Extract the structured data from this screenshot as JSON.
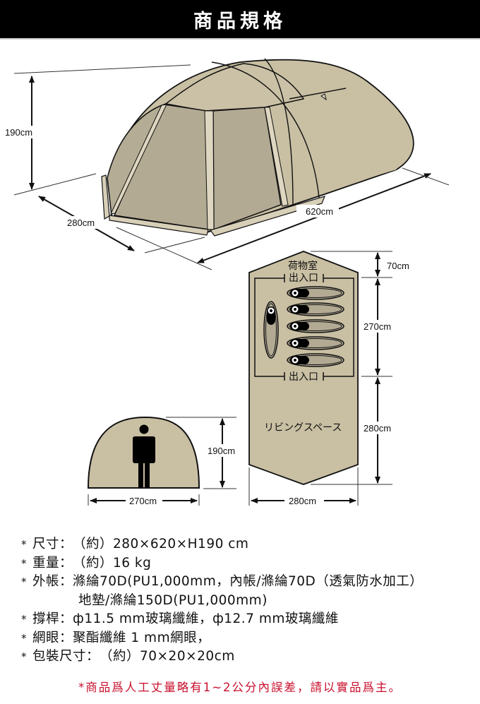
{
  "header": {
    "title": "商品規格",
    "background": "#000000",
    "text_color": "#ffffff"
  },
  "diagram": {
    "colors": {
      "tent_fill": "#c9bfa3",
      "tent_panel_shade": "#b3aa94",
      "outline": "#111111"
    },
    "perspective_view": {
      "height_label": "190cm",
      "width_label": "280cm",
      "length_label": "620cm"
    },
    "front_view": {
      "height_label": "190cm",
      "width_label": "270cm",
      "person_icon": "standing-person-icon"
    },
    "floor_plan": {
      "storage_label": "荷物室",
      "entrance_top_label": "出入口",
      "entrance_bottom_label": "出入口",
      "living_space_label": "リビングスペース",
      "vestibule_depth_label": "70cm",
      "inner_room_depth_label": "270cm",
      "living_depth_label": "280cm",
      "width_label": "280cm",
      "sleeping_bags_horizontal": 5,
      "sleeping_bags_vertical": 1
    }
  },
  "specs": {
    "bullet": "*",
    "rows": [
      {
        "label": "尺寸：",
        "value": "（約）280×620×H190 cm"
      },
      {
        "label": "重量：",
        "value": "（約）16 kg"
      },
      {
        "label": "外帳：",
        "value": "滌綸70D(PU1,000mm，內帳/滌綸70D（透氣防水加工）"
      },
      {
        "continuation": "地墊/滌綸150D(PU1,000mm)"
      },
      {
        "label": "撐桿：",
        "value": "ф11.5 mm玻璃纖維，ф12.7 mm玻璃纖維"
      },
      {
        "label": "網眼：",
        "value": "聚酯纖維 1 mm網眼，"
      },
      {
        "label": "包裝尺寸：",
        "value": "（約）70×20×20cm"
      }
    ]
  },
  "note": {
    "text": "*商品爲人工丈量略有1~2公分內誤差，請以實品爲主。",
    "color": "#c8102e"
  }
}
